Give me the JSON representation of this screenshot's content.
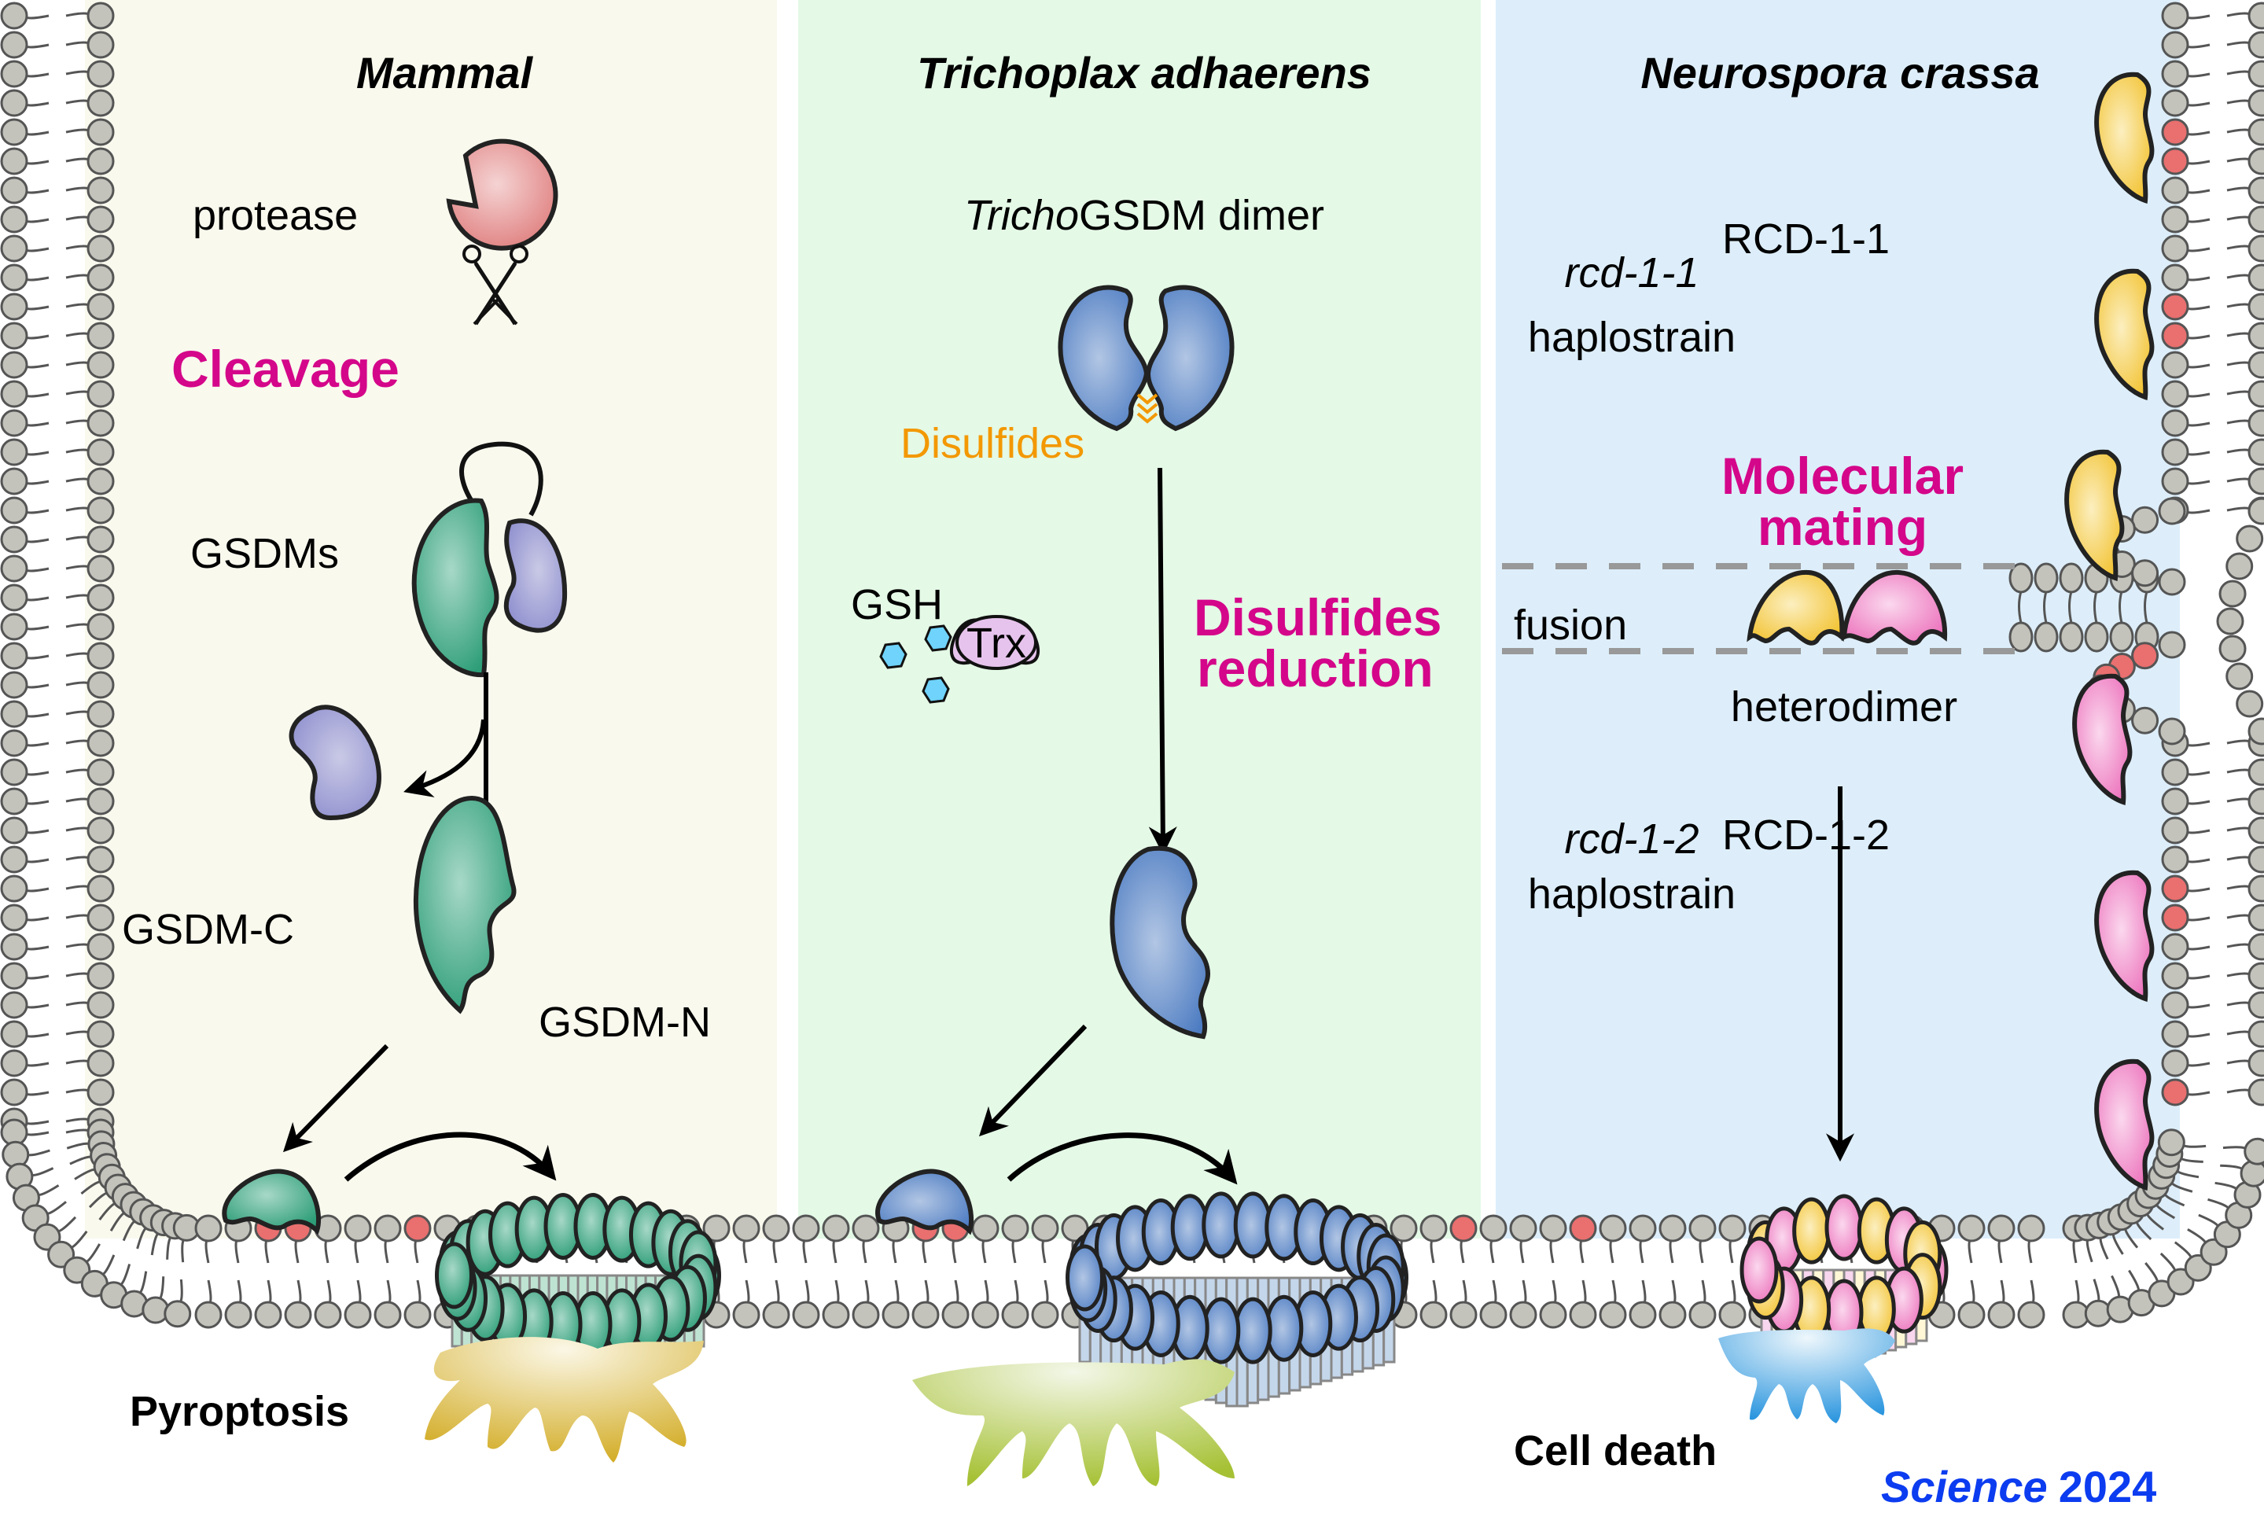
{
  "panels": [
    {
      "title": "Mammal",
      "background": "#f9f9ee",
      "labels": {
        "protease": "protease",
        "cleavage": "Cleavage",
        "gsdms": "GSDMs",
        "gsdm_c": "GSDM-C",
        "gsdm_n": "GSDM-N",
        "outcome": "Pyroptosis"
      },
      "colors": {
        "protease": "#e88c8c",
        "gsdm_n": "#2e9e78",
        "gsdm_c": "#8f8fcf",
        "release": "#d6b232"
      }
    },
    {
      "title": "Trichoplax adhaerens",
      "background": "#e4f9e6",
      "labels": {
        "dimer_italic": "Tricho",
        "dimer_rest": "GSDM dimer",
        "disulfides": "Disulfides",
        "gsh": "GSH",
        "trx": "Trx",
        "reduction_line1": "Disulfides",
        "reduction_line2": "reduction",
        "outcome": "Cell death"
      },
      "colors": {
        "protein": "#5a86c6",
        "disulfide": "#f39800",
        "gsh": "#6fd3fb",
        "trx": "#e6c3ec",
        "release": "#a8c23a"
      }
    },
    {
      "title": "Neurospora crassa",
      "background": "#ddeefa",
      "labels": {
        "rcd11": "RCD-1-1",
        "rcd11_strain_italic": "rcd-1-1",
        "rcd11_strain": "haplostrain",
        "mating_line1": "Molecular",
        "mating_line2": "mating",
        "fusion": "fusion",
        "heterodimer": "heterodimer",
        "rcd12": "RCD-1-2",
        "rcd12_strain_italic": "rcd-1-2",
        "rcd12_strain": "haplostrain"
      },
      "colors": {
        "rcd11": "#f5c842",
        "rcd12": "#ee7fc0",
        "release": "#3a9ee0"
      }
    }
  ],
  "footer": {
    "journal": "Science",
    "year": "2024"
  },
  "membrane": {
    "lipid_head": "#c3c3bc",
    "lipid_marked": "#ea6f6f",
    "outline": "#555555"
  },
  "accent": {
    "magenta": "#d4068a",
    "orange": "#f39800",
    "citation_blue": "#0c3cf0"
  }
}
